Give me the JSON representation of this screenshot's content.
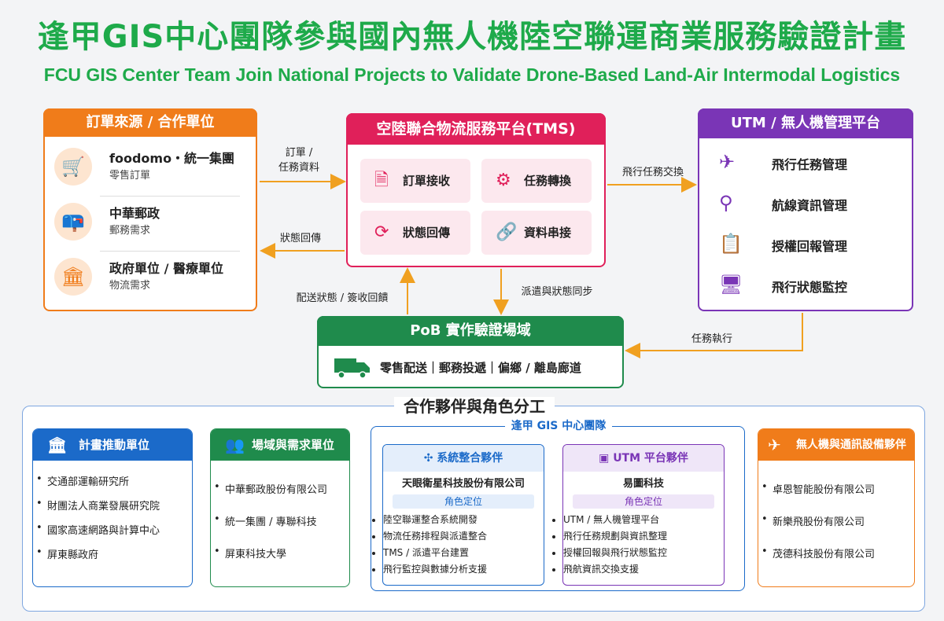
{
  "title_zh": "逢甲GIS中心團隊參與國內無人機陸空聯運商業服務驗證計畫",
  "title_en": "FCU GIS Center Team Join National Projects to Validate Drone-Based Land-Air Intermodal Logistics",
  "order_box": {
    "title": "訂單來源 / 合作單位",
    "items": [
      {
        "name": "foodomo・統一集團",
        "desc": "零售訂單",
        "icon": "cart-icon"
      },
      {
        "name": "中華郵政",
        "desc": "郵務需求",
        "icon": "mailbox-icon"
      },
      {
        "name": "政府單位 / 醫療單位",
        "desc": "物流需求",
        "icon": "government-icon"
      }
    ]
  },
  "tms_box": {
    "title": "空陸聯合物流服務平台(TMS)",
    "cells": [
      {
        "label": "訂單接收",
        "icon": "document-icon"
      },
      {
        "label": "任務轉換",
        "icon": "gear-icon"
      },
      {
        "label": "狀態回傳",
        "icon": "refresh-icon"
      },
      {
        "label": "資料串接",
        "icon": "link-icon"
      }
    ]
  },
  "utm_box": {
    "title": "UTM / 無人機管理平台",
    "items": [
      {
        "label": "飛行任務管理",
        "icon": "drone-icon"
      },
      {
        "label": "航線資訊管理",
        "icon": "route-icon"
      },
      {
        "label": "授權回報管理",
        "icon": "clipboard-icon"
      },
      {
        "label": "飛行狀態監控",
        "icon": "monitor-icon"
      }
    ]
  },
  "pob_box": {
    "title": "PoB 實作驗證場域",
    "content": "零售配送｜郵務投遞｜偏鄉 / 離島廊道",
    "icon": "truck-icon"
  },
  "flows": {
    "order_to_tms": "訂單 /\n任務資料",
    "tms_to_order": "狀態回傳",
    "tms_to_utm": "飛行任務交換",
    "pob_to_tms": "配送狀態 / 簽收回饋",
    "tms_to_pob": "派遣與狀態同步",
    "utm_to_pob": "任務執行"
  },
  "partners": {
    "title": "合作夥伴與角色分工",
    "promoter": {
      "title": "計畫推動單位",
      "icon": "building-icon",
      "items": [
        "交通部運輸研究所",
        "財團法人商業發展研究院",
        "國家高速網路與計算中心",
        "屏東縣政府"
      ]
    },
    "field": {
      "title": "場域與需求單位",
      "icon": "people-icon",
      "items": [
        "中華郵政股份有限公司",
        "統一集團 / 專聯科技",
        "屏東科技大學"
      ]
    },
    "fcu_team": {
      "title": "逢甲 GIS 中心團隊",
      "system": {
        "title": "系統整合夥伴",
        "icon": "puzzle-icon",
        "company": "天眼衛星科技股份有限公司",
        "role_label": "角色定位",
        "items": [
          "陸空聯運整合系統開發",
          "物流任務排程與派遣整合",
          "TMS / 派遣平台建置",
          "飛行監控與數據分析支援"
        ]
      },
      "utm": {
        "title": "UTM 平台夥伴",
        "icon": "drone-screen-icon",
        "company": "易圖科技",
        "role_label": "角色定位",
        "items": [
          "UTM / 無人機管理平台",
          "飛行任務規劃與資訊整理",
          "授權回報與飛行狀態監控",
          "飛航資訊交換支援"
        ]
      }
    },
    "equipment": {
      "title": "無人機與通訊設備夥伴",
      "icon": "drone-icon",
      "items": [
        "卓恩智能股份有限公司",
        "新樂飛股份有限公司",
        "茂德科技股份有限公司"
      ]
    }
  },
  "colors": {
    "green": "#1eaa4a",
    "orange": "#f07c1a",
    "pink": "#e0205a",
    "purple": "#7a35b6",
    "dark_green": "#1f8b4c",
    "blue": "#1b6ac9"
  }
}
